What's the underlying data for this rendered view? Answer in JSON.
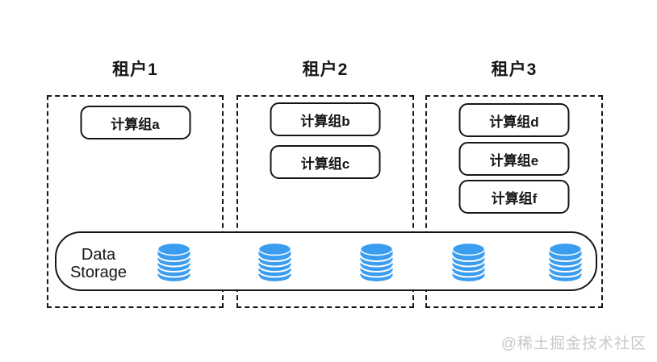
{
  "tenants": [
    {
      "label": "租户1",
      "compute_groups": [
        "计算组a"
      ]
    },
    {
      "label": "租户2",
      "compute_groups": [
        "计算组b",
        "计算组c"
      ]
    },
    {
      "label": "租户3",
      "compute_groups": [
        "计算组d",
        "计算组e",
        "计算组f"
      ]
    }
  ],
  "storage": {
    "label_line1": "Data",
    "label_line2": "Storage",
    "cylinder_count": 5
  },
  "watermark": "@稀土掘金技术社区",
  "colors": {
    "database_blue": "#3b9df0",
    "border_black": "#161616",
    "watermark_gray": "#c9c9c9"
  }
}
